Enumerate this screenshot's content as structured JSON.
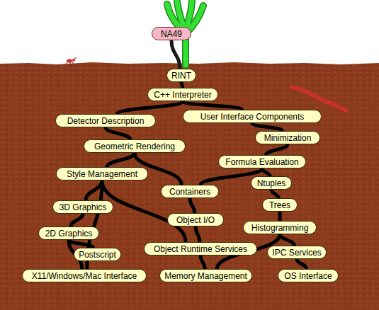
{
  "diagram": {
    "nodes": [
      {
        "text": [
          "NA49"
        ]
      },
      {
        "text": [
          "RINT"
        ]
      },
      {
        "text": [
          "C++ Interpreter"
        ]
      },
      {
        "text": [
          "Detector Description"
        ]
      },
      {
        "text": [
          "User Interface Components"
        ]
      },
      {
        "text": [
          "Minimization"
        ]
      },
      {
        "text": [
          "Geometric Rendering"
        ]
      },
      {
        "text": [
          "Formula Evaluation"
        ]
      },
      {
        "text": [
          "Style Management"
        ]
      },
      {
        "text": [
          "Containers"
        ]
      },
      {
        "text": [
          "Ntuples"
        ]
      },
      {
        "text": [
          "3D Graphics"
        ]
      },
      {
        "text": [
          "Object I/O"
        ]
      },
      {
        "text": [
          "Trees"
        ]
      },
      {
        "text": [
          "2D Graphics"
        ]
      },
      {
        "text": [
          "Histogramming"
        ]
      },
      {
        "text": [
          "Postscript"
        ]
      },
      {
        "text": [
          "Object Runtime Services"
        ]
      },
      {
        "text": [
          "IPC Services"
        ]
      },
      {
        "text": [
          "X11/Windows/Mac Interface"
        ]
      },
      {
        "text": [
          "Memory Management"
        ]
      },
      {
        "text": [
          "OS Interface"
        ]
      }
    ],
    "edges": [
      {
        "from": 0,
        "to": 1,
        "arrow": "none"
      },
      {
        "from": 1,
        "to": 2,
        "arrow": "none"
      },
      {
        "from": 2,
        "to": 3,
        "arrow": "none"
      },
      {
        "from": 2,
        "to": 4,
        "arrow": "none"
      },
      {
        "from": 3,
        "to": 6,
        "arrow": "none"
      },
      {
        "from": 4,
        "to": 5,
        "arrow": "none"
      },
      {
        "from": 5,
        "to": 7,
        "arrow": "none"
      },
      {
        "from": 6,
        "to": 8,
        "arrow": "none"
      },
      {
        "from": 6,
        "to": 9,
        "arrow": "none"
      },
      {
        "from": 7,
        "to": 9,
        "arrow": "none"
      },
      {
        "from": 7,
        "to": 10,
        "arrow": "none"
      },
      {
        "from": 8,
        "to": 11,
        "arrow": "none"
      },
      {
        "from": 8,
        "to": 19,
        "arrow": "none"
      },
      {
        "from": 8,
        "to": 17,
        "arrow": "none"
      },
      {
        "from": 11,
        "to": 14,
        "arrow": "none"
      },
      {
        "from": 14,
        "to": 19,
        "arrow": "none"
      },
      {
        "from": 14,
        "to": 16,
        "arrow": "none"
      },
      {
        "from": 9,
        "to": 12,
        "arrow": "none"
      },
      {
        "from": 12,
        "to": 17,
        "arrow": "none"
      },
      {
        "from": 10,
        "to": 13,
        "arrow": "none"
      },
      {
        "from": 13,
        "to": 15,
        "arrow": "none"
      },
      {
        "from": 15,
        "to": 18,
        "arrow": "none"
      },
      {
        "from": 15,
        "to": 20,
        "arrow": "none"
      },
      {
        "from": 18,
        "to": 21,
        "arrow": "none"
      },
      {
        "from": 17,
        "to": 20,
        "arrow": "none"
      }
    ]
  }
}
